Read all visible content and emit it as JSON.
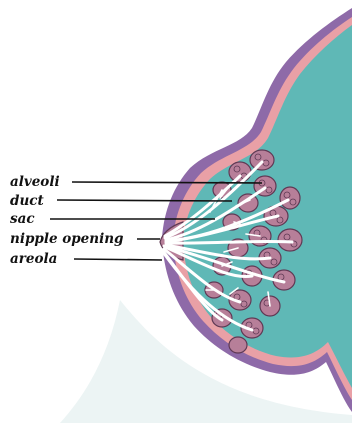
{
  "labels": {
    "alveoli": "alveoli",
    "duct": "duct",
    "sac": "sac",
    "nipple_opening": "nipple opening",
    "areola": "areola"
  },
  "colors": {
    "fat_tissue": "#5fb8b6",
    "skin_outer": "#8e6aa8",
    "skin_inner": "#e9a0a6",
    "gland_fill": "#b77f99",
    "gland_outline": "#5f3954",
    "duct": "#ffffff",
    "leader_line": "#111111",
    "background_shadow": "#ecf4f4"
  }
}
